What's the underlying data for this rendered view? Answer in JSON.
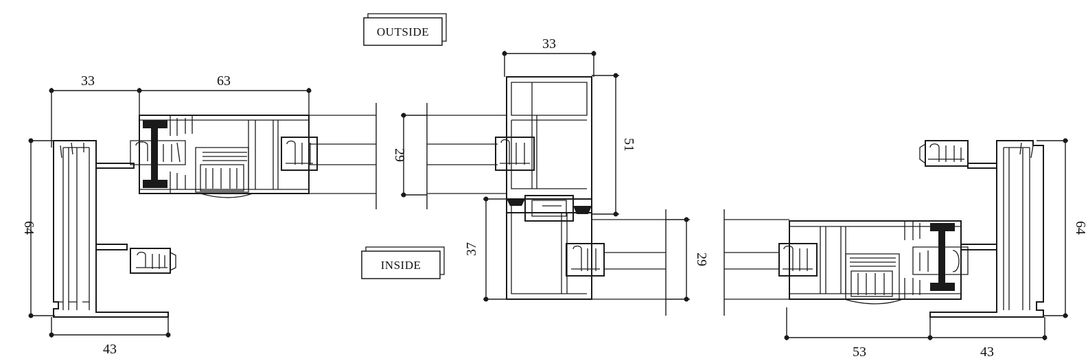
{
  "labels": {
    "outside": "OUTSIDE",
    "inside": "INSIDE"
  },
  "dimensions": {
    "left_top_33": "33",
    "left_top_63": "63",
    "left_height_64": "64",
    "left_bottom_43": "43",
    "center_top_33": "33",
    "center_glass_29_upper": "29",
    "center_height_51": "51",
    "center_height_37": "37",
    "center_glass_29_lower": "29",
    "right_bottom_53": "53",
    "right_bottom_43": "43",
    "right_height_64": "64"
  },
  "colors": {
    "line": "#1a1a1a",
    "background": "#ffffff"
  }
}
